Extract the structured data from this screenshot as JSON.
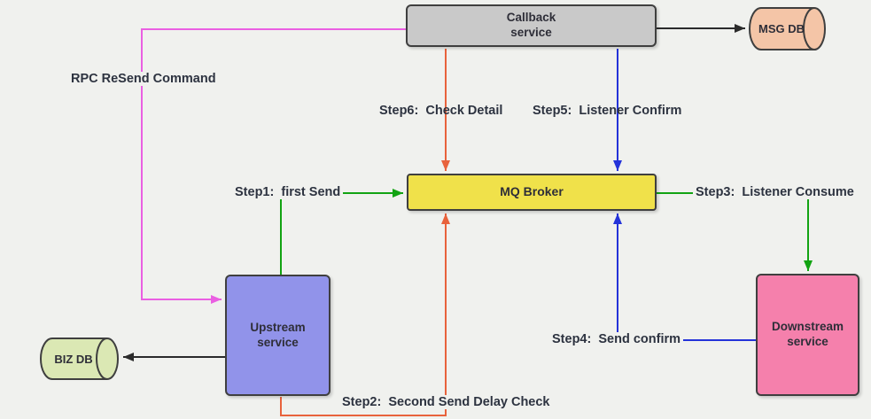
{
  "diagram": {
    "background_color": "#f0f1ee",
    "nodes": {
      "callback": {
        "label": "Callback\nservice",
        "fill": "#c9c9c9",
        "shape": "rounded-rect"
      },
      "msg_db": {
        "label": "MSG DB",
        "fill": "#f4c5a7",
        "shape": "cylinder"
      },
      "mq_broker": {
        "label": "MQ Broker",
        "fill": "#f0e14a",
        "shape": "rounded-rect"
      },
      "upstream": {
        "label": "Upstream\nservice",
        "fill": "#9193ea",
        "shape": "rounded-rect"
      },
      "biz_db": {
        "label": "BIZ DB",
        "fill": "#dbe8b4",
        "shape": "cylinder"
      },
      "downstream": {
        "label": "Downstream\nservice",
        "fill": "#f580ac",
        "shape": "rounded-rect"
      }
    },
    "edge_labels": {
      "rpc": "RPC ReSend Command",
      "step1": "Step1:  first Send",
      "step2": "Step2:  Second Send Delay Check",
      "step3": "Step3:  Listener Consume",
      "step4": "Step4:  Send confirm",
      "step5": "Step5:  Listener Confirm",
      "step6": "Step6:  Check Detail"
    },
    "edge_colors": {
      "green": "#12a312",
      "orange": "#e8623c",
      "blue": "#2433d9",
      "magenta": "#ea5fe2",
      "black": "#2b2b2b"
    },
    "edges": [
      {
        "name": "rpc-resend",
        "from": "callback",
        "to": "upstream",
        "color": "magenta"
      },
      {
        "name": "callback-to-msgdb",
        "from": "callback",
        "to": "msg_db",
        "color": "black"
      },
      {
        "name": "step6",
        "from": "callback",
        "to": "mq_broker",
        "color": "orange"
      },
      {
        "name": "step5",
        "from": "callback",
        "to": "mq_broker",
        "color": "blue"
      },
      {
        "name": "step1",
        "from": "upstream",
        "to": "mq_broker",
        "color": "green"
      },
      {
        "name": "step2",
        "from": "upstream",
        "to": "mq_broker",
        "color": "orange"
      },
      {
        "name": "step3",
        "from": "mq_broker",
        "to": "downstream",
        "color": "green"
      },
      {
        "name": "step4",
        "from": "downstream",
        "to": "mq_broker",
        "color": "blue"
      },
      {
        "name": "upstream-to-bizdb",
        "from": "upstream",
        "to": "biz_db",
        "color": "black"
      }
    ]
  }
}
